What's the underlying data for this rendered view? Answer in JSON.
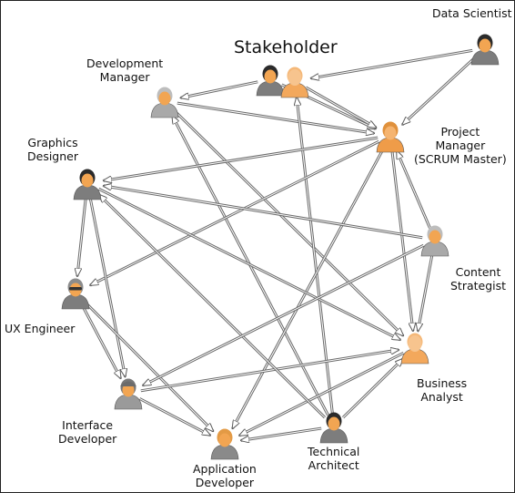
{
  "diagram": {
    "title": "Stakeholder",
    "roles": {
      "data_scientist": {
        "label": "Data Scientist",
        "person": "dark-hair-person-icon"
      },
      "dev_manager": {
        "label": "Development\nManager",
        "person": "grey-hair-person-icon"
      },
      "stakeholder_a": {
        "label": "",
        "person": "dark-hair-person-icon"
      },
      "stakeholder_b": {
        "label": "",
        "person": "orange-silhouette-icon"
      },
      "project_manager": {
        "label": "Project\nManager\n(SCRUM Master)",
        "person": "orange-person-icon"
      },
      "graphics_designer": {
        "label": "Graphics\nDesigner",
        "person": "dark-hair-person-icon"
      },
      "content_strategist": {
        "label": "Content\nStrategist",
        "person": "grey-hair-person-icon"
      },
      "ux_engineer": {
        "label": "UX Engineer",
        "person": "glasses-person-icon"
      },
      "business_analyst": {
        "label": "Business\nAnalyst",
        "person": "orange-silhouette-icon"
      },
      "interface_developer": {
        "label": "Interface\nDeveloper",
        "person": "cap-person-icon"
      },
      "technical_architect": {
        "label": "Technical\nArchitect",
        "person": "dark-hair-person-icon"
      },
      "application_developer": {
        "label": "Application\nDeveloper",
        "person": "orange-hair-person-icon"
      }
    },
    "edges": [
      [
        "data_scientist",
        "stakeholder_b"
      ],
      [
        "data_scientist",
        "project_manager"
      ],
      [
        "stakeholder_a",
        "dev_manager"
      ],
      [
        "dev_manager",
        "project_manager"
      ],
      [
        "stakeholder_a",
        "project_manager"
      ],
      [
        "stakeholder_b",
        "project_manager"
      ],
      [
        "dev_manager",
        "business_analyst"
      ],
      [
        "technical_architect",
        "dev_manager"
      ],
      [
        "technical_architect",
        "stakeholder_b"
      ],
      [
        "project_manager",
        "graphics_designer"
      ],
      [
        "project_manager",
        "ux_engineer"
      ],
      [
        "project_manager",
        "application_developer"
      ],
      [
        "project_manager",
        "business_analyst"
      ],
      [
        "content_strategist",
        "project_manager"
      ],
      [
        "graphics_designer",
        "ux_engineer"
      ],
      [
        "graphics_designer",
        "interface_developer"
      ],
      [
        "graphics_designer",
        "business_analyst"
      ],
      [
        "content_strategist",
        "graphics_designer"
      ],
      [
        "content_strategist",
        "business_analyst"
      ],
      [
        "ux_engineer",
        "interface_developer"
      ],
      [
        "ux_engineer",
        "application_developer"
      ],
      [
        "interface_developer",
        "business_analyst"
      ],
      [
        "interface_developer",
        "application_developer"
      ],
      [
        "business_analyst",
        "application_developer"
      ],
      [
        "technical_architect",
        "business_analyst"
      ],
      [
        "technical_architect",
        "application_developer"
      ],
      [
        "technical_architect",
        "graphics_designer"
      ],
      [
        "content_strategist",
        "interface_developer"
      ]
    ]
  }
}
